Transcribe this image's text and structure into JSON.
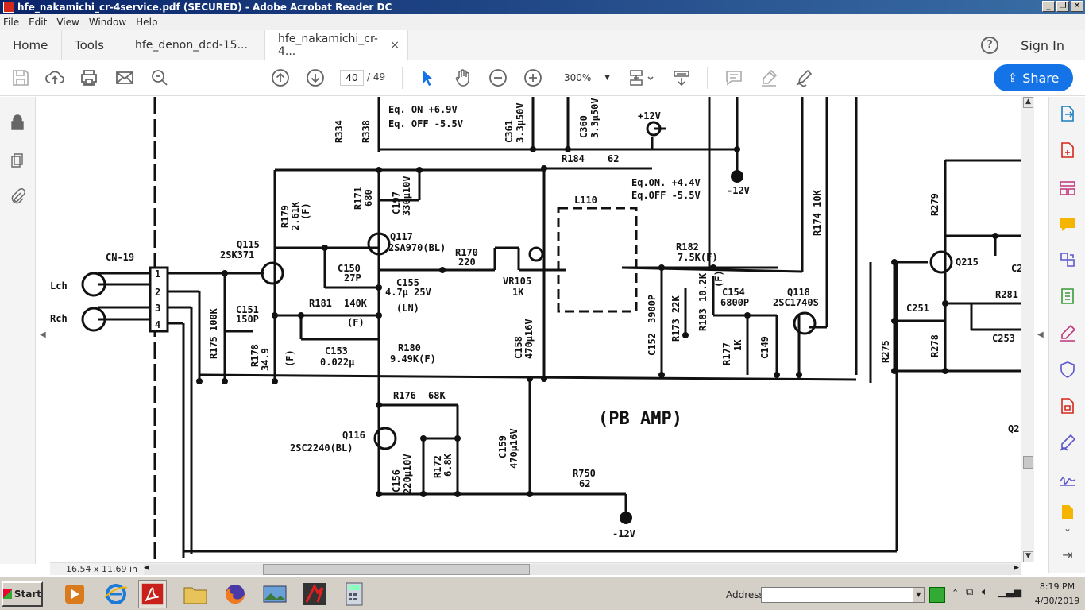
{
  "window": {
    "title": "hfe_nakamichi_cr-4service.pdf (SECURED) - Adobe Acrobat Reader DC",
    "buttons": [
      "_",
      "❐",
      "✕"
    ]
  },
  "menu": [
    "File",
    "Edit",
    "View",
    "Window",
    "Help"
  ],
  "tabs": {
    "home": "Home",
    "tools": "Tools",
    "doc1": "hfe_denon_dcd-15...",
    "doc2": "hfe_nakamichi_cr-4...",
    "close": "×",
    "help": "?",
    "sign_in": "Sign In"
  },
  "toolbar": {
    "current_page": "40",
    "total_pages": "/ 49",
    "zoom": "300%",
    "share": "Share",
    "icons": [
      "save-icon",
      "upload-icon",
      "print-icon",
      "email-icon",
      "zoom-search-icon",
      "page-up-icon",
      "page-down-icon",
      "select-icon",
      "hand-icon",
      "zoom-out-icon",
      "zoom-in-icon",
      "fit-page-icon",
      "scroll-mode-icon",
      "comment-icon",
      "highlight-icon",
      "sign-icon"
    ]
  },
  "status": {
    "page_size": "16.54 x 11.69 in"
  },
  "schematic": {
    "labels": {
      "top_eq_on": "Eq. ON   +6.9V",
      "top_eq_off": "Eq. OFF  -5.5V",
      "plus12": "+12V",
      "minus12_top": "-12V",
      "r184": "R184",
      "r184_val": "62",
      "eq_on": "Eq.ON. +4.4V",
      "eq_off": "Eq.OFF  -5.5V",
      "l110": "L110",
      "r174": "R174  10K",
      "r179": "R179",
      "r179_val": "2.61K",
      "r179_f": "(F)",
      "r171": "R171",
      "r171_val": "680",
      "c197": "C197",
      "c197_val": "330μ10V",
      "q115": "Q115",
      "q115_part": "2SK371",
      "q117": "Q117",
      "q117_part": "2SA970(BL)",
      "r170": "R170",
      "r170_val": "220",
      "r182": "R182",
      "r182_val": "7.5K(F)",
      "cn19": "CN-19",
      "lch": "Lch",
      "rch": "Rch",
      "pin1": "1",
      "pin2": "2",
      "pin3": "3",
      "pin4": "4",
      "c150": "C150",
      "c150_val": "27P",
      "c155": "C155",
      "c155_val": "4.7μ 25V",
      "c155_ln": "(LN)",
      "vr105": "VR105",
      "vr105_val": "1K",
      "c151": "C151",
      "c151_val": "150P",
      "r181": "R181",
      "r181_val": "140K",
      "r181_f": "(F)",
      "c152": "C152",
      "c152_val": "3900P",
      "r173": "R173",
      "r173_val": "22K",
      "r183": "R183",
      "r183_val": "10.2K",
      "r183_f": "(F)",
      "c154": "C154",
      "c154_val": "6800P",
      "q118": "Q118",
      "q118_part": "2SC1740S",
      "r175": "R175",
      "r175_val": "100K",
      "r178": "R178",
      "r178_val": "34.9",
      "r178_f": "(F)",
      "c153": "C153",
      "c153_val": "0.022μ",
      "r180": "R180",
      "r180_val": "9.49K(F)",
      "c158": "C158",
      "c158_val": "470μ16V",
      "r177": "R177",
      "r177_val": "1K",
      "c149": "C149",
      "r176": "R176",
      "r176_val": "68K",
      "pb_amp": "(PB  AMP)",
      "q116": "Q116",
      "q116_part": "2SC2240(BL)",
      "c156": "C156",
      "c156_val": "220μ10V",
      "r172": "R172",
      "r172_val": "6.8K",
      "c159": "C159",
      "c159_val": "470μ16V",
      "r750": "R750",
      "r750_val": "62",
      "minus12_bot": "-12V",
      "r334": "R334",
      "r338": "R338",
      "c361": "C361",
      "c361_val": "3.3μ50V",
      "c360": "C360",
      "c360_val": "3.3μ50V",
      "r279": "R279",
      "q215": "Q215",
      "c251": "C251",
      "r281": "R281",
      "r275": "R275",
      "r278": "R278",
      "c253": "C253",
      "c2": "C2",
      "q2": "Q2"
    }
  },
  "taskbar": {
    "start": "Start",
    "address_label": "Address",
    "address_value": "",
    "time": "8:19 PM",
    "date": "4/30/2019"
  }
}
